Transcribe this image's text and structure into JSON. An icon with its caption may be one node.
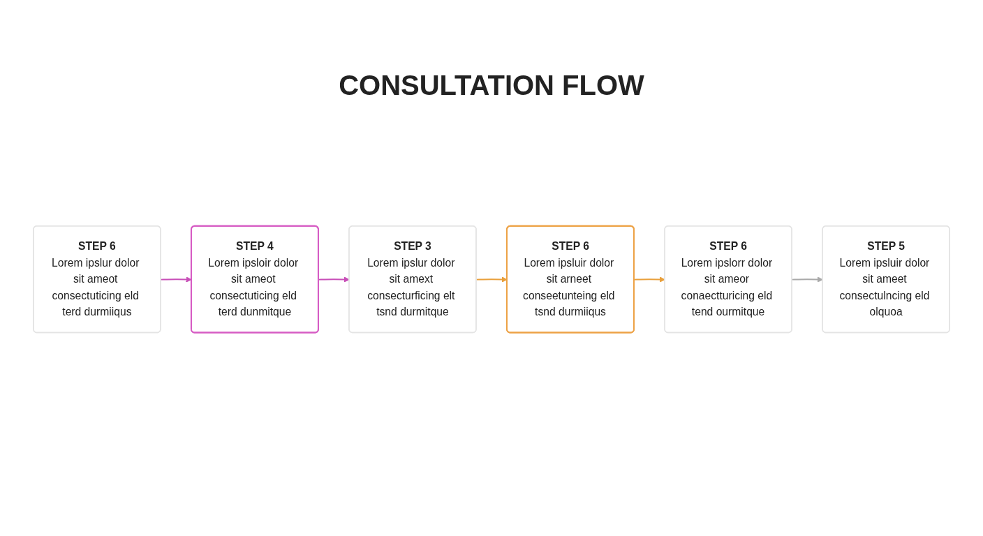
{
  "diagram": {
    "title": "CONSULTATION FLOW",
    "nodes": [
      {
        "text": [
          "STEP 6",
          "Lorem ipslur dolor sit ameot consectuticing eld terd durmiiqus"
        ]
      },
      {
        "text": [
          "STEP 4",
          "Lorem ipsloir dolor sit ameot consectuticing eld terd dunmitque"
        ]
      },
      {
        "text": [
          "STEP 3",
          "Lorem ipslur dolor sit amext consecturficing elt tsnd durmitque"
        ]
      },
      {
        "text": [
          "STEP 6",
          "Lorem ipsluir dolor sit arneet conseetunteing eld tsnd durmiiqus"
        ]
      },
      {
        "text": [
          "STEP 6",
          "Lorem ipslorr dolor sit ameor conaectturicing eld tend ourmitque"
        ]
      },
      {
        "text": [
          "STEP 5",
          "Lorem ipsluir dolor sit ameet consectulncing eld olquoa"
        ]
      }
    ],
    "edges": [
      {
        "from": 0,
        "to": 1,
        "arrow": "to",
        "color": "#c84fb8"
      },
      {
        "from": 1,
        "to": 2,
        "arrow": "to",
        "color": "#c84fb8"
      },
      {
        "from": 2,
        "to": 3,
        "arrow": "to",
        "color": "#e9a03c"
      },
      {
        "from": 3,
        "to": 4,
        "arrow": "to",
        "color": "#e9a03c"
      },
      {
        "from": 4,
        "to": 5,
        "arrow": "to",
        "color": "#a9a9a9"
      }
    ]
  }
}
